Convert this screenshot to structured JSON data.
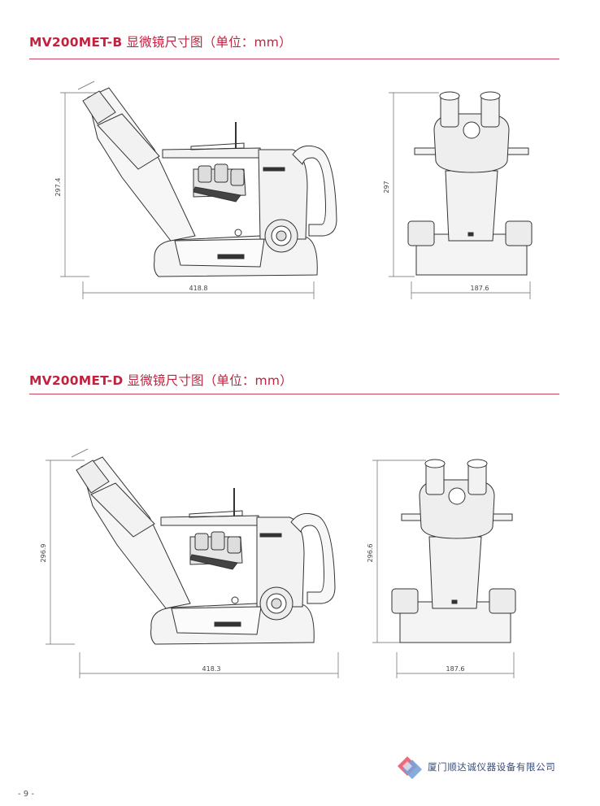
{
  "sections": [
    {
      "model": "MV200MET-B",
      "title_rest": " 显微镜尺寸图（单位：mm）",
      "side_height": "297.4",
      "side_width": "418.8",
      "front_height": "297",
      "front_width": "187.6"
    },
    {
      "model": "MV200MET-D",
      "title_rest": " 显微镜尺寸图（单位：mm）",
      "side_height": "296.9",
      "side_width": "418.3",
      "front_height": "296.6",
      "front_width": "187.6"
    }
  ],
  "footer": {
    "company": "厦门顺达诚仪器设备有限公司",
    "page_number": "- 9 -"
  },
  "colors": {
    "accent": "#c0233f",
    "rule": "#c9485e",
    "company": "#3a4e7a"
  }
}
